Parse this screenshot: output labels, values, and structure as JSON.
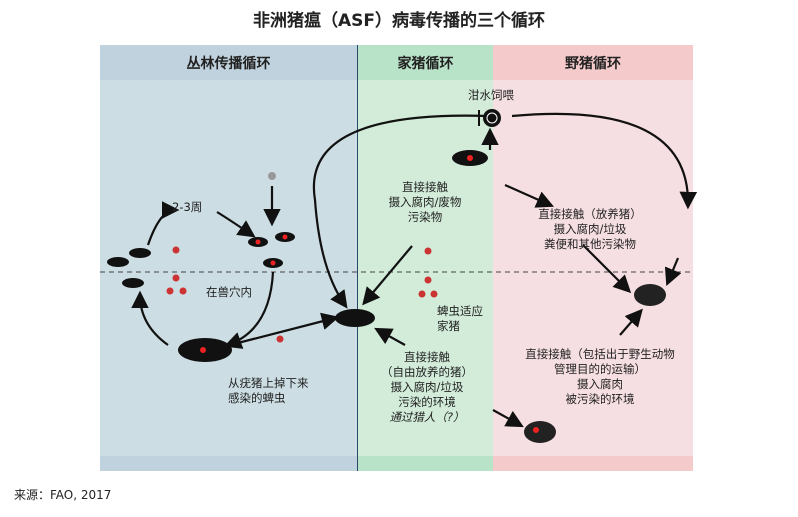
{
  "title": "非洲猪瘟（ASF）病毒传播的三个循环",
  "columns": [
    {
      "label": "丛林传播循环",
      "bg": "#ccdde3",
      "header_bg": "#c0d2de"
    },
    {
      "label": "家猪循环",
      "bg": "#d2ecd9",
      "header_bg": "#b9e3c8"
    },
    {
      "label": "野猪循环",
      "bg": "#f6dfe2",
      "header_bg": "#f5caca"
    }
  ],
  "labels": {
    "weeks": "2-3周",
    "in_burrow": "在兽穴内",
    "ticks_drop": [
      "从疣猪上掉下来",
      "感染的蜱虫"
    ],
    "swill": "泔水饲喂",
    "domestic_top": [
      "直接接触",
      "摄入腐肉/废物",
      "污染物"
    ],
    "tick_adapt": [
      "蜱虫适应",
      "家猪"
    ],
    "domestic_bottom": [
      "直接接触",
      "（自由放养的猪）",
      "摄入腐肉/垃圾",
      "污染的环境"
    ],
    "via_hunter": "通过猎人（?）",
    "wild_top": [
      "直接接触（放养猪）",
      "摄入腐肉/垃圾",
      "粪便和其他污染物"
    ],
    "wild_bottom": [
      "直接接触（包括出于野生动物",
      "管理目的的运输）",
      "摄入腐肉",
      "被污染的环境"
    ]
  },
  "source": "来源：FAO, 2017"
}
